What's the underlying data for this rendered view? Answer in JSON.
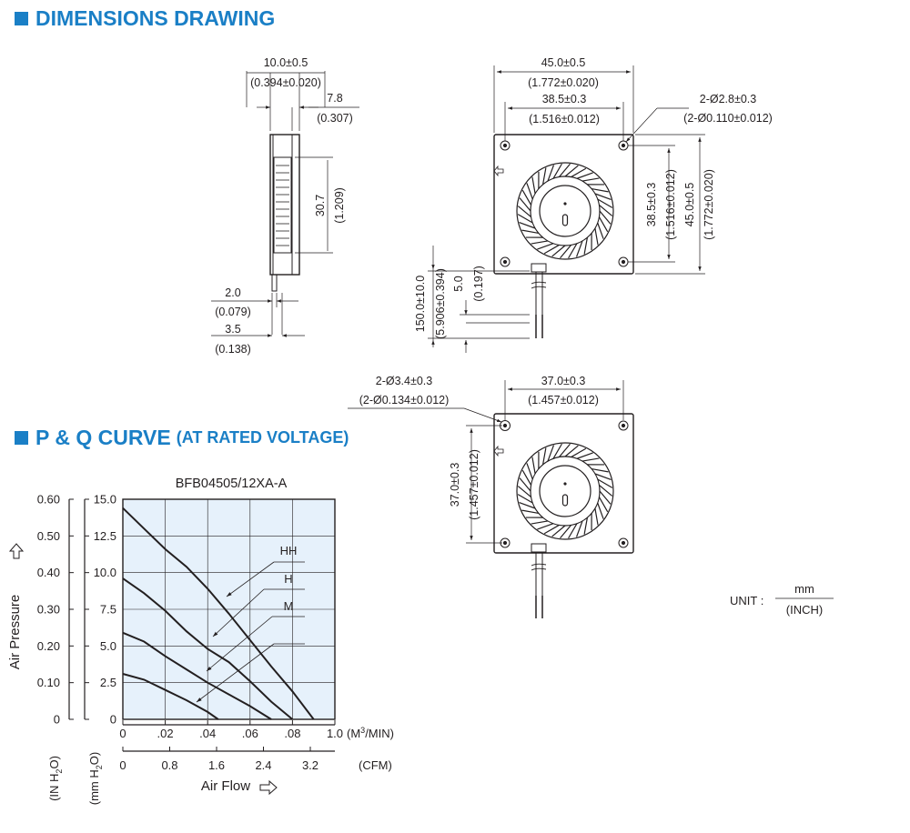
{
  "sections": {
    "dimensions_title": "DIMENSIONS DRAWING",
    "pq_title": "P & Q CURVE",
    "pq_subtitle": "(AT RATED VOLTAGE)"
  },
  "side_view": {
    "width": "10.0±0.5",
    "width_in": "(0.394±0.020)",
    "frame": "7.8",
    "frame_in": "(0.307)",
    "outlet": "30.7",
    "outlet_in": "(1.209)",
    "tab": "2.0",
    "tab_in": "(0.079)",
    "tab_total": "3.5",
    "tab_total_in": "(0.138)"
  },
  "front_view": {
    "width": "45.0±0.5",
    "width_in": "(1.772±0.020)",
    "hole_spacing": "38.5±0.3",
    "hole_spacing_in": "(1.516±0.012)",
    "holes": "2-Ø2.8±0.3",
    "holes_in": "(2-Ø0.110±0.012)",
    "v_spacing": "38.5±0.3",
    "v_spacing_in": "(1.516±0.012)",
    "v_height": "45.0±0.5",
    "v_height_in": "(1.772±0.020)",
    "lead": "150.0±10.0",
    "lead_in": "(5.906±0.394)",
    "strip": "5.0",
    "strip_in": "(0.197)"
  },
  "back_view": {
    "holes": "2-Ø3.4±0.3",
    "holes_in": "(2-Ø0.134±0.012)",
    "spacing": "37.0±0.3",
    "spacing_in": "(1.457±0.012)",
    "v_spacing": "37.0±0.3",
    "v_spacing_in": "(1.457±0.012)"
  },
  "unit": {
    "label": "UNIT :",
    "top": "mm",
    "bottom": "(INCH)"
  },
  "chart_data": {
    "type": "line",
    "title": "BFB04505/12XA-A",
    "xlabel": "Air Flow",
    "ylabel": "Air Pressure",
    "x_unit": "(M³/MIN)",
    "x_unit_base": "(M",
    "x_unit_sup": "3",
    "x_unit_tail": "/MIN)",
    "x2_unit": "(CFM)",
    "y_unit_in_base": "(IN H",
    "y_unit_in_sub": "2",
    "y_unit_in_tail": "O)",
    "y_unit_mm_base": "(mm H",
    "y_unit_mm_sub": "2",
    "y_unit_mm_tail": "O)",
    "xlim": [
      0,
      0.1
    ],
    "ylim": [
      0,
      15
    ],
    "x_ticks": [
      "0",
      ".02",
      ".04",
      ".06",
      ".08",
      "1.0"
    ],
    "x2_ticks": [
      "0",
      "0.8",
      "1.6",
      "2.4",
      "3.2"
    ],
    "y_ticks_mm": [
      "0",
      "2.5",
      "5.0",
      "7.5",
      "10.0",
      "12.5",
      "15.0"
    ],
    "y_ticks_in": [
      "0",
      "0.10",
      "0.20",
      "0.30",
      "0.40",
      "0.50",
      "0.60"
    ],
    "grid": true,
    "series": [
      {
        "name": "HH",
        "x": [
          0,
          0.01,
          0.02,
          0.03,
          0.04,
          0.05,
          0.06,
          0.07,
          0.08,
          0.09
        ],
        "y": [
          14.4,
          13.0,
          11.6,
          10.4,
          8.9,
          7.2,
          5.4,
          3.6,
          1.9,
          0
        ]
      },
      {
        "name": "H",
        "x": [
          0,
          0.01,
          0.02,
          0.03,
          0.04,
          0.05,
          0.06,
          0.07,
          0.08
        ],
        "y": [
          9.6,
          8.6,
          7.4,
          6.0,
          4.8,
          3.9,
          2.6,
          1.2,
          0
        ]
      },
      {
        "name": "M",
        "x": [
          0,
          0.01,
          0.02,
          0.03,
          0.04,
          0.05,
          0.06,
          0.07
        ],
        "y": [
          5.9,
          5.3,
          4.3,
          3.4,
          2.5,
          1.7,
          0.9,
          0
        ]
      },
      {
        "name": "",
        "x": [
          0,
          0.01,
          0.02,
          0.03,
          0.04,
          0.045
        ],
        "y": [
          3.1,
          2.7,
          2.0,
          1.3,
          0.5,
          0
        ]
      }
    ]
  }
}
